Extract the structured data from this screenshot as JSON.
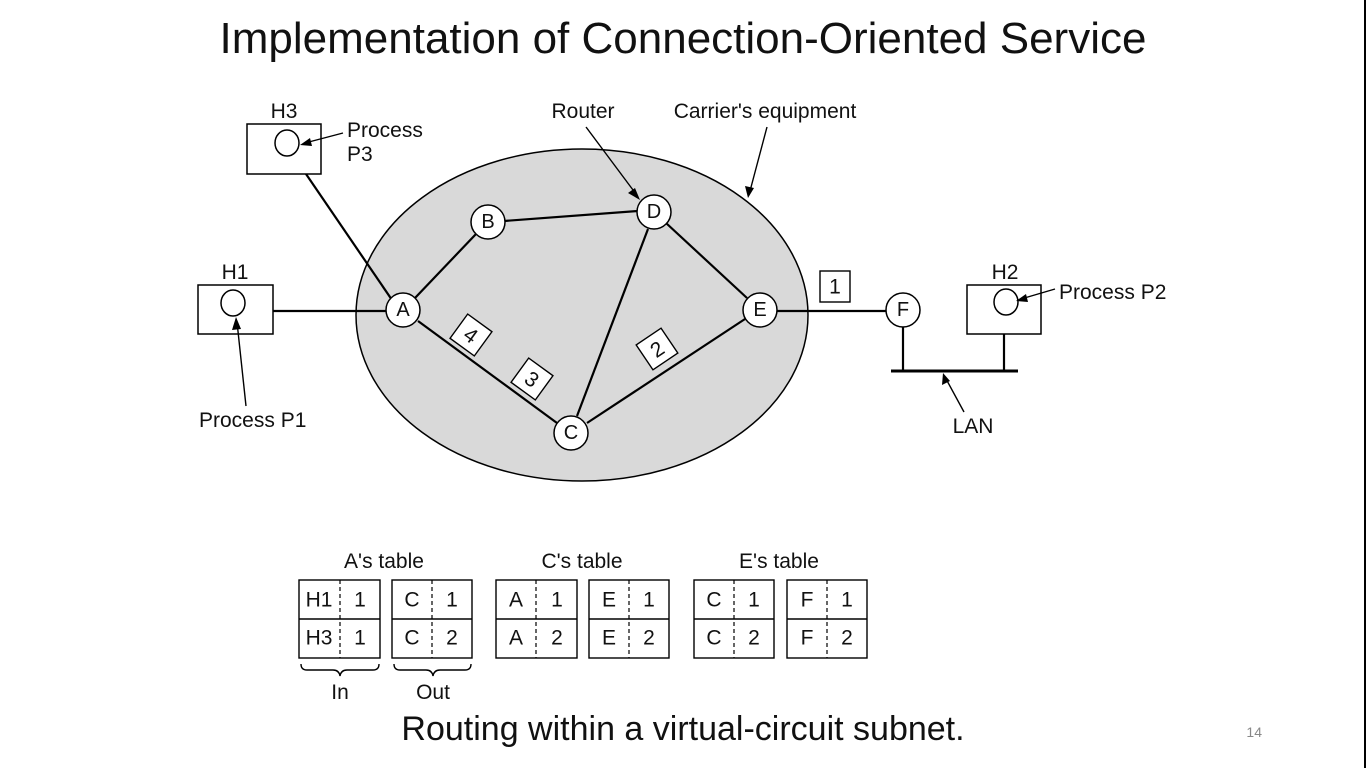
{
  "slide": {
    "title": "Implementation of Connection-Oriented Service",
    "caption": "Routing within a virtual-circuit subnet.",
    "page_number": "14"
  },
  "diagram": {
    "labels": {
      "router": "Router",
      "carrier": "Carrier's equipment",
      "process_p3_line1": "Process",
      "process_p3_line2": "P3",
      "process_p1": "Process P1",
      "process_p2": "Process P2",
      "lan": "LAN"
    },
    "hosts": {
      "h1": "H1",
      "h2": "H2",
      "h3": "H3"
    },
    "routers": {
      "a": "A",
      "b": "B",
      "c": "C",
      "d": "D",
      "e": "E",
      "f": "F"
    },
    "packets": [
      "1",
      "2",
      "3",
      "4"
    ],
    "carrier_color": "#d9d9d9"
  },
  "tables": {
    "a": {
      "title": "A's table",
      "in_rows": [
        [
          "H1",
          "1"
        ],
        [
          "H3",
          "1"
        ]
      ],
      "out_rows": [
        [
          "C",
          "1"
        ],
        [
          "C",
          "2"
        ]
      ]
    },
    "c": {
      "title": "C's table",
      "in_rows": [
        [
          "A",
          "1"
        ],
        [
          "A",
          "2"
        ]
      ],
      "out_rows": [
        [
          "E",
          "1"
        ],
        [
          "E",
          "2"
        ]
      ]
    },
    "e": {
      "title": "E's table",
      "in_rows": [
        [
          "C",
          "1"
        ],
        [
          "C",
          "2"
        ]
      ],
      "out_rows": [
        [
          "F",
          "1"
        ],
        [
          "F",
          "2"
        ]
      ]
    },
    "in_label": "In",
    "out_label": "Out"
  }
}
